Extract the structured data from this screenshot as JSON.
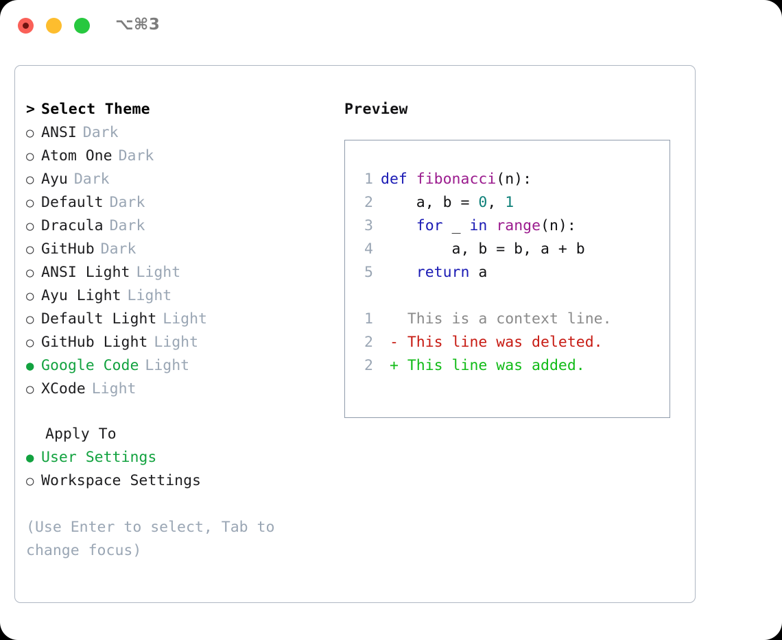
{
  "window": {
    "shortcut": "⌥⌘3",
    "traffic_lights": [
      {
        "name": "close",
        "color": "#fa6058"
      },
      {
        "name": "minimize",
        "color": "#fdbd2e"
      },
      {
        "name": "maximize",
        "color": "#27c83f"
      }
    ]
  },
  "colors": {
    "accent_green": "#12a23f",
    "muted": "#9aa6b4",
    "panel_border": "#aeb6c2",
    "preview_border": "#8f9bab",
    "keyword": "#1a1ab4",
    "function": "#9b1b8e",
    "number": "#0d7f78",
    "diff_add": "#11bb17",
    "diff_del": "#c71b13",
    "diff_ctx": "#8a8a8a"
  },
  "theme_list": {
    "header": "Select Theme",
    "header_marker": ">",
    "marker_unselected": "○",
    "marker_selected": "●",
    "items": [
      {
        "name": "ANSI",
        "variant": "Dark",
        "selected": false
      },
      {
        "name": "Atom One",
        "variant": "Dark",
        "selected": false
      },
      {
        "name": "Ayu",
        "variant": "Dark",
        "selected": false
      },
      {
        "name": "Default",
        "variant": "Dark",
        "selected": false
      },
      {
        "name": "Dracula",
        "variant": "Dark",
        "selected": false
      },
      {
        "name": "GitHub",
        "variant": "Dark",
        "selected": false
      },
      {
        "name": "ANSI Light",
        "variant": "Light",
        "selected": false
      },
      {
        "name": "Ayu Light",
        "variant": "Light",
        "selected": false
      },
      {
        "name": "Default Light",
        "variant": "Light",
        "selected": false
      },
      {
        "name": "GitHub Light",
        "variant": "Light",
        "selected": false
      },
      {
        "name": "Google Code",
        "variant": "Light",
        "selected": true
      },
      {
        "name": "XCode",
        "variant": "Light",
        "selected": false
      }
    ]
  },
  "apply_to": {
    "title": "Apply To",
    "options": [
      {
        "label": "User Settings",
        "selected": true
      },
      {
        "label": "Workspace Settings",
        "selected": false
      }
    ]
  },
  "hint": "(Use Enter to select, Tab to change focus)",
  "preview": {
    "title": "Preview",
    "code_lines": [
      {
        "number": "1",
        "tokens": [
          {
            "text": "def ",
            "kind": "kw"
          },
          {
            "text": "fibonacci",
            "kind": "fn"
          },
          {
            "text": "(n):",
            "kind": "plain"
          }
        ]
      },
      {
        "number": "2",
        "tokens": [
          {
            "text": "    a, b = ",
            "kind": "plain"
          },
          {
            "text": "0",
            "kind": "num"
          },
          {
            "text": ", ",
            "kind": "plain"
          },
          {
            "text": "1",
            "kind": "num"
          }
        ]
      },
      {
        "number": "3",
        "tokens": [
          {
            "text": "    ",
            "kind": "plain"
          },
          {
            "text": "for",
            "kind": "kw"
          },
          {
            "text": " _ ",
            "kind": "plain"
          },
          {
            "text": "in",
            "kind": "kw"
          },
          {
            "text": " ",
            "kind": "plain"
          },
          {
            "text": "range",
            "kind": "fn"
          },
          {
            "text": "(n):",
            "kind": "plain"
          }
        ]
      },
      {
        "number": "4",
        "tokens": [
          {
            "text": "        a, b = b, a + b",
            "kind": "plain"
          }
        ]
      },
      {
        "number": "5",
        "tokens": [
          {
            "text": "    ",
            "kind": "plain"
          },
          {
            "text": "return",
            "kind": "kw"
          },
          {
            "text": " a",
            "kind": "plain"
          }
        ]
      }
    ],
    "diff_lines": [
      {
        "number": "1",
        "sign": " ",
        "text": "This is a context line.",
        "kind": "ctx"
      },
      {
        "number": "2",
        "sign": "-",
        "text": "This line was deleted.",
        "kind": "del"
      },
      {
        "number": "2",
        "sign": "+",
        "text": "This line was added.",
        "kind": "add"
      }
    ]
  }
}
